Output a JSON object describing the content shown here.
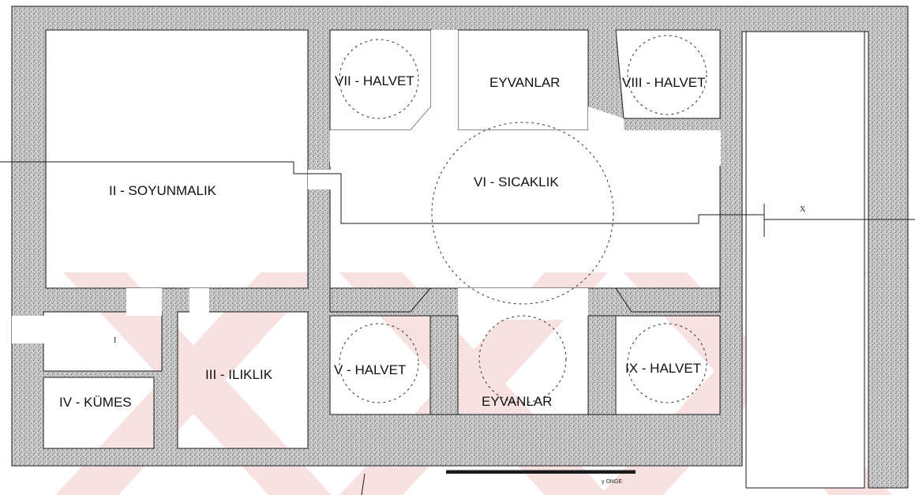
{
  "plan": {
    "rooms": {
      "soyunmalik": "II - SOYUNMALIK",
      "iliklik": "III - ILIKLIK",
      "kumes": "IV - KÜMES",
      "halvet_v": "V - HALVET",
      "sicaklik": "VI - SICAKLIK",
      "halvet_vii": "VII - HALVET",
      "halvet_viii": "VIII - HALVET",
      "halvet_ix": "IX - HALVET",
      "eyvan_top": "EYVANLAR",
      "eyvan_bottom": "EYVANLAR"
    },
    "marks": {
      "entrance": "I",
      "section": "X",
      "scale_note": "y ONGE"
    },
    "colors": {
      "wall": "#bdbdbd",
      "line": "#1a1a1a",
      "watermark": "#f3c9c9"
    }
  }
}
